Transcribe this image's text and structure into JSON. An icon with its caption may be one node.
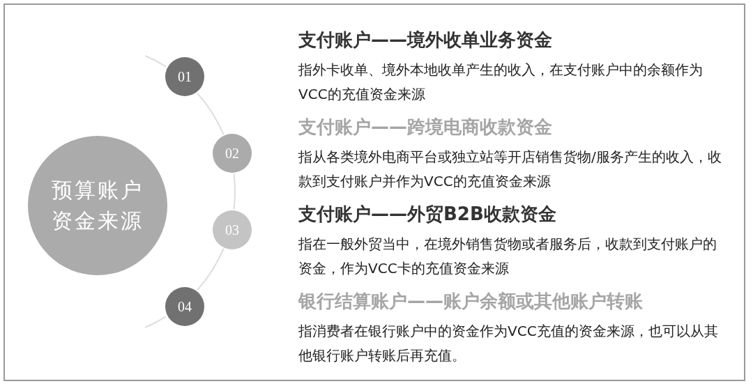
{
  "diagram": {
    "nodes": [
      {
        "text": [
          "预算账户资金来源"
        ]
      },
      {
        "text": [
          "01"
        ],
        "beside": [
          "支付账户——境外收单业务资金",
          "指外卡收单、境外本地收单产生的收入，在支付账户中的余额作为VCC的充值资金来源"
        ]
      },
      {
        "text": [
          "02"
        ],
        "beside": [
          "支付账户——跨境电商收款资金",
          "指从各类境外电商平台或独立站等开店销售货物/服务产生的收入，收款到支付账户并作为VCC的充值资金来源"
        ]
      },
      {
        "text": [
          "03"
        ],
        "beside": [
          "支付账户——外贸B2B收款资金",
          "指在一般外贸当中，在境外销售货物或者服务后，收款到支付账户的资金，作为VCC卡的充值资金来源"
        ]
      },
      {
        "text": [
          "04"
        ],
        "beside": [
          "银行结算账户——账户余额或其他账户转账",
          "指消费者在银行账户中的资金作为VCC充值的资金来源，也可以从其他银行账户转账后再充值。"
        ]
      }
    ],
    "edges": [
      {
        "from": 1,
        "to": 2,
        "arrow": "none"
      },
      {
        "from": 2,
        "to": 3,
        "arrow": "none"
      },
      {
        "from": 3,
        "to": 4,
        "arrow": "none"
      }
    ]
  }
}
